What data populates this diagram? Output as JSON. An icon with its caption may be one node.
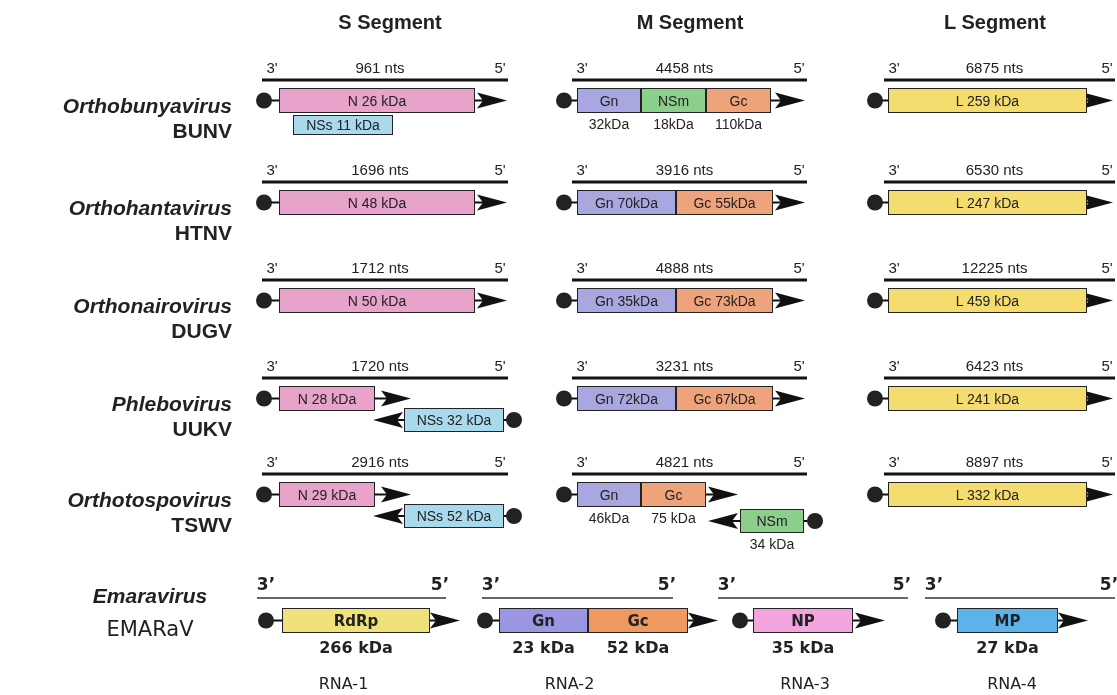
{
  "diagram": {
    "nodes": [
      {
        "text": [
          "N 26 kDa"
        ]
      },
      {
        "text": [
          "NSs 11 kDa"
        ]
      },
      {
        "text": [
          "Gn"
        ],
        "beside": [
          "32kDa"
        ]
      },
      {
        "text": [
          "NSm"
        ],
        "beside": [
          "18kDa"
        ]
      },
      {
        "text": [
          "Gc"
        ],
        "beside": [
          "110kDa"
        ]
      },
      {
        "text": [
          "L 259 kDa"
        ]
      },
      {
        "text": [
          "N 48 kDa"
        ]
      },
      {
        "text": [
          "Gn 70kDa"
        ]
      },
      {
        "text": [
          "Gc 55kDa"
        ]
      },
      {
        "text": [
          "L 247 kDa"
        ]
      },
      {
        "text": [
          "N 50 kDa"
        ]
      },
      {
        "text": [
          "Gn 35kDa"
        ]
      },
      {
        "text": [
          "Gc 73kDa"
        ]
      },
      {
        "text": [
          "L 459 kDa"
        ]
      },
      {
        "text": [
          "N 28 kDa"
        ]
      },
      {
        "text": [
          "NSs 32 kDa"
        ]
      },
      {
        "text": [
          "Gn 72kDa"
        ]
      },
      {
        "text": [
          "Gc 67kDa"
        ]
      },
      {
        "text": [
          "L 241 kDa"
        ]
      },
      {
        "text": [
          "N 29 kDa"
        ]
      },
      {
        "text": [
          "NSs 52 kDa"
        ]
      },
      {
        "text": [
          "Gn"
        ],
        "beside": [
          "46kDa"
        ]
      },
      {
        "text": [
          "Gc"
        ],
        "beside": [
          "75 kDa"
        ]
      },
      {
        "text": [
          "NSm"
        ],
        "beside": [
          "34 kDa"
        ]
      },
      {
        "text": [
          "L 332 kDa"
        ]
      },
      {
        "text": [
          "RdRp"
        ],
        "beside": [
          "266 kDa"
        ]
      },
      {
        "text": [
          "Gn"
        ],
        "beside": [
          "23 kDa"
        ]
      },
      {
        "text": [
          "Gc"
        ],
        "beside": [
          "52 kDa"
        ]
      },
      {
        "text": [
          "NP"
        ],
        "beside": [
          "35 kDa"
        ]
      },
      {
        "text": [
          "MP"
        ],
        "beside": [
          "27 kDa"
        ]
      }
    ],
    "labels": [
      "S Segment",
      "M Segment",
      "L Segment",
      "Orthobunyavirus",
      "BUNV",
      "3'",
      "961 nts",
      "5'",
      "3'",
      "4458 nts",
      "5'",
      "3'",
      "6875 nts",
      "5'",
      "Orthohantavirus",
      "HTNV",
      "3'",
      "1696 nts",
      "5'",
      "3'",
      "3916 nts",
      "5'",
      "3'",
      "6530 nts",
      "5'",
      "Orthonairovirus",
      "DUGV",
      "3'",
      "1712 nts",
      "5'",
      "3'",
      "4888 nts",
      "5'",
      "3'",
      "12225 nts",
      "5'",
      "Phlebovirus",
      "UUKV",
      "3'",
      "1720 nts",
      "5'",
      "3'",
      "3231 nts",
      "5'",
      "3'",
      "6423 nts",
      "5'",
      "Orthotospovirus",
      "TSWV",
      "3'",
      "2916 nts",
      "5'",
      "3'",
      "4821 nts",
      "5'",
      "3'",
      "8897 nts",
      "5'",
      "Emaravirus",
      "EMARaV",
      "3’",
      "5’",
      "3’",
      "5’",
      "3’",
      "5’",
      "3’",
      "5’",
      "RNA-1",
      "RNA-2",
      "RNA-3",
      "RNA-4"
    ]
  }
}
